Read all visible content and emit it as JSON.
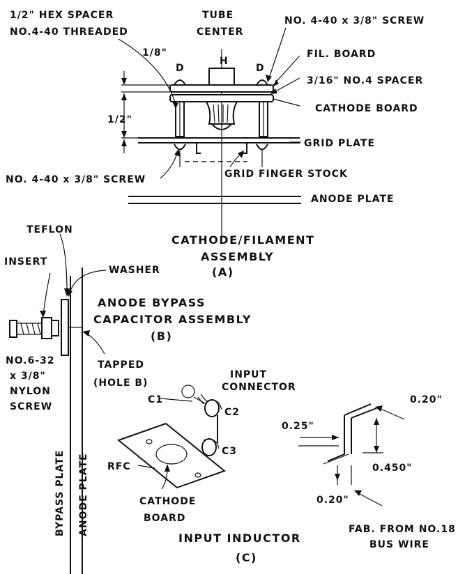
{
  "labels": {
    "hex_spacer_1": "1/2\" HEX SPACER",
    "hex_spacer_2": "NO.4-40 THREADED",
    "tube_center_1": "TUBE",
    "tube_center_2": "CENTER",
    "screw_top": "NO. 4-40 x 3/8\" SCREW",
    "fil_board": "FIL. BOARD",
    "spacer_316": "3/16\" NO.4 SPACER",
    "cathode_board": "CATHODE BOARD",
    "grid_plate": "GRID PLATE",
    "screw_bottom": "NO. 4-40 x 3/8\" SCREW",
    "grid_finger": "GRID FINGER STOCK",
    "anode_plate": "ANODE PLATE",
    "dim_18": "1/8\"",
    "dim_12": "1/2\"",
    "d_left": "D",
    "d_right": "D",
    "h": "H",
    "teflon": "TEFLON",
    "insert": "INSERT",
    "washer": "WASHER",
    "nylon_1": "NO.6-32",
    "nylon_2": "x 3/8\"",
    "nylon_3": "NYLON",
    "nylon_4": "SCREW",
    "tapped_1": "TAPPED",
    "tapped_2": "(HOLE B)",
    "bypass_plate": "BYPASS PLATE",
    "anode_plate_vert": "ANODE PLATE",
    "input_connector_1": "INPUT",
    "input_connector_2": "CONNECTOR",
    "c1": "C1",
    "c2": "C2",
    "c3": "C3",
    "rfc": "RFC",
    "cathode_board_c_1": "CATHODE",
    "cathode_board_c_2": "BOARD",
    "dim_020_top": "0.20\"",
    "dim_025": "0.25\"",
    "dim_0450": "0.450\"",
    "dim_020_bot": "0.20\"",
    "fab_1": "FAB. FROM NO.18",
    "fab_2": "BUS WIRE"
  },
  "titles": {
    "a_1": "CATHODE/FILAMENT",
    "a_2": "ASSEMBLY",
    "a_3": "(A)",
    "b_1": "ANODE BYPASS",
    "b_2": "CAPACITOR ASSEMBLY",
    "b_3": "(B)",
    "c_1": "INPUT INDUCTOR",
    "c_2": "(C)"
  }
}
